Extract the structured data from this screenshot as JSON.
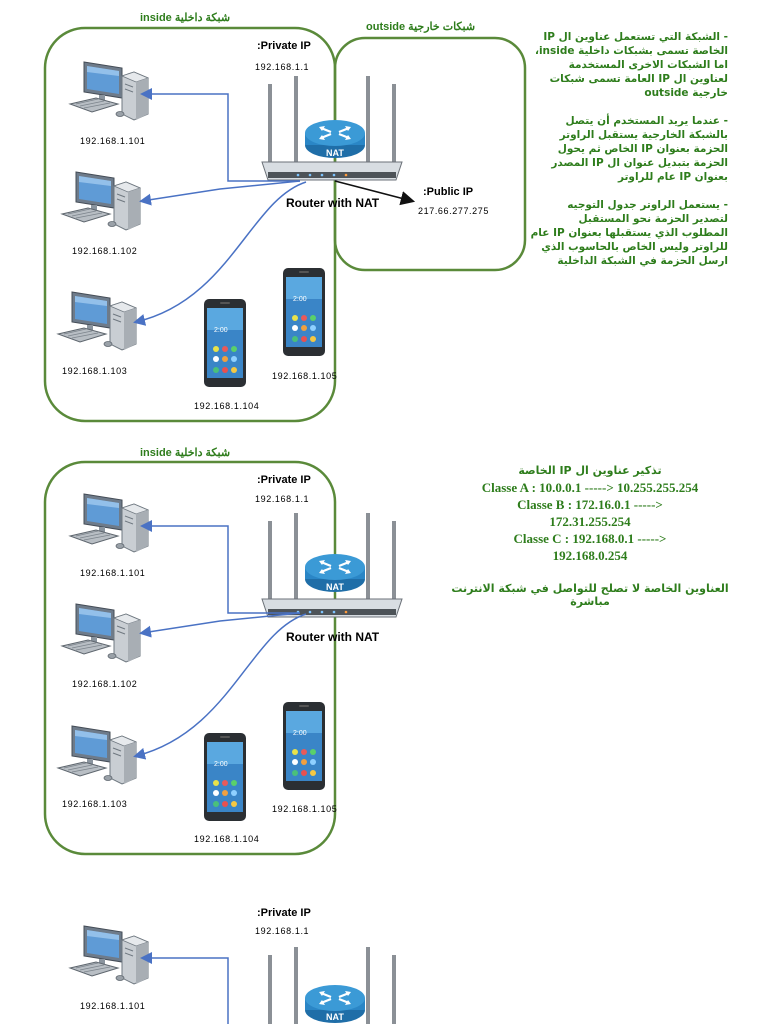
{
  "diagram1": {
    "inside_title": "شبكة داخلية inside",
    "outside_title": "شبكات خارجية outside",
    "private_ip_label": "Private IP:",
    "router_ip": "192.168.1.1",
    "router_label": "Router with NAT",
    "nat_text": "NAT",
    "public_ip_label": "Public IP:",
    "public_ip": "217.66.277.275",
    "pc1_ip": "192.168.1.101",
    "pc2_ip": "192.168.1.102",
    "pc3_ip": "192.168.1.103",
    "phone1_ip": "192.168.1.104",
    "phone2_ip": "192.168.1.105",
    "phone_time": "2:00",
    "explanation": [
      "- الشبكة التي تستعمل عناوين ال IP الخاصة تسمى بشبكات داخلية inside، اما الشبكات الاخرى المستخدمة لعناوين ال IP العامة تسمى شبكات خارجية outside",
      "- عندما يريد المستخدم أن يتصل بالشبكة الخارجية يستقبل الراوتر الحزمة بعنوان IP الخاص ثم يحول الحزمة بتبديل عنوان ال IP المصدر بعنوان IP عام للراوتر",
      "- يستعمل الراوتر جدول التوجيه لتصدير الحزمة نحو المستقبل المطلوب الذي يستقبلها بعنوان IP عام للراوتر وليس الخاص بالحاسوب الذي ارسل الحزمة في الشبكة الداخلية"
    ]
  },
  "diagram2": {
    "inside_title": "شبكة داخلية inside",
    "private_ip_label": "Private IP:",
    "router_ip": "192.168.1.1",
    "router_label": "Router with NAT",
    "nat_text": "NAT",
    "pc1_ip": "192.168.1.101",
    "pc2_ip": "192.168.1.102",
    "pc3_ip": "192.168.1.103",
    "phone1_ip": "192.168.1.104",
    "phone2_ip": "192.168.1.105",
    "phone_time": "2:00",
    "classes_title": "تذكير عناوين ال IP الخاصة",
    "class_a": "Classe A : 10.0.0.1 -----> 10.255.255.254",
    "class_b_1": "Classe B : 172.16.0.1 ----->",
    "class_b_2": "172.31.255.254",
    "class_c_1": "Classe C : 192.168.0.1 ----->",
    "class_c_2": "192.168.0.254",
    "note": "العناوين الخاصة لا تصلح للتواصل في شبكة الانترنت مباشرة"
  },
  "diagram3": {
    "private_ip_label": "Private IP:",
    "router_ip": "192.168.1.1",
    "pc1_ip": "192.168.1.101",
    "nat_text": "NAT"
  },
  "colors": {
    "green": "#2e7d1c",
    "border_green": "#5a8a3a",
    "link_blue": "#4a72c4",
    "nat_blue": "#3b9ad6"
  }
}
